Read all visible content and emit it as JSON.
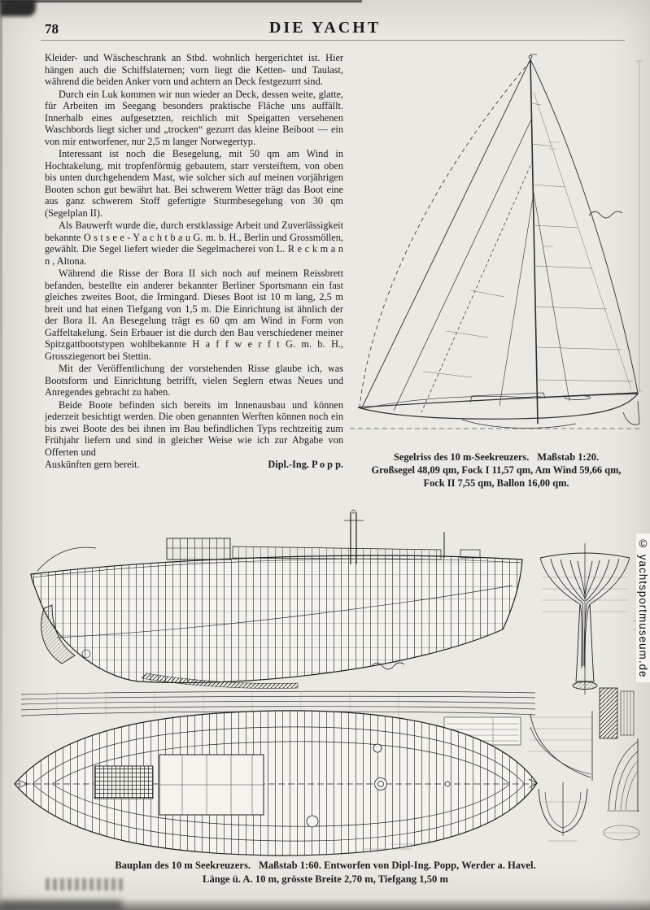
{
  "header": {
    "page_number": "78",
    "title": "DIE YACHT"
  },
  "article": {
    "paragraphs": [
      "Kleider- und Wäscheschrank an Stbd. wohnlich hergerichtet ist. Hier hängen auch die Schiffslaternen; vorn liegt die Ketten- und Taulast, während die beiden Anker vorn und achtern an Deck festgezurrt sind.",
      "Durch ein Luk kommen wir nun wieder an Deck, dessen weite, glatte, für Arbeiten im Seegang besonders praktische Fläche uns auffällt. Innerhalb eines aufgesetzten, reichlich mit Speigatten versehenen Waschbords liegt sicher und „trocken“ gezurrt das kleine Beiboot — ein von mir entworfener, nur 2,5 m langer Norwegertyp.",
      "Interessant ist noch die Besegelung, mit 50 qm am Wind in Hochtakelung, mit tropfenförmig gebautem, starr versteiftem, von oben bis unten durchgehendem Mast, wie solcher sich auf meinen vorjährigen Booten schon gut bewährt hat. Bei schwerem Wetter trägt das Boot eine aus ganz schwerem Stoff gefertigte Sturmbesegelung von 30 qm (Segelplan II).",
      "Als Bauwerft wurde die, durch erstklassige Arbeit und Zuverlässigkeit bekannte O s t s e e - Y a c h t b a u  G. m. b. H., Berlin und Grossmöllen, gewählt. Die Segel liefert wieder die Segelmacherei von L. R e c k m a n n , Altona.",
      "Während die Risse der Bora II sich noch auf meinem Reissbrett befanden, bestellte ein anderer bekannter Berliner Sportsmann ein fast gleiches zweites Boot, die Irmingard. Dieses Boot ist 10 m lang, 2,5 m breit und hat einen Tiefgang von 1,5 m. Die Einrichtung ist ähnlich der der Bora II. An Besegelung trägt es 60 qm am Wind in Form von Gaffeltakelung. Sein Erbauer ist die durch den Bau verschiedener meiner Spitzgattbootstypen wohlbekannte H a f f w e r f t  G. m. b. H., Grossziegenort bei Stettin.",
      "Mit der Veröffentlichung der vorstehenden Risse glaube ich, was Bootsform und Einrichtung betrifft, vielen Seglern etwas Neues und Anregendes gebracht zu haben.",
      "Beide Boote befinden sich bereits im Innenausbau und können jederzeit besichtigt werden. Die oben genannten Werften können noch ein bis zwei Boote des bei ihnen im Bau befindlichen Typs rechtzeitig zum Frühjahr liefern und sind in gleicher Weise wie ich zur Abgabe von Offerten und"
    ],
    "closing_left": "Auskünften gern bereit.",
    "closing_right": "Dipl.-Ing. P o p p."
  },
  "sailplan": {
    "caption_title": "Segelriss des 10 m-Seekreuzers.",
    "caption_scale": "Maßstab 1:20.",
    "caption_line2": "Großsegel 48,09 qm, Fock I 11,57 qm, Am Wind 59,66 qm,",
    "caption_line3": "Fock II 7,55 qm, Ballon 16,00 qm."
  },
  "bauplan": {
    "caption_title": "Bauplan des 10 m Seekreuzers.",
    "caption_rest": "Maßstab 1:60.  Entworfen von Dipl-Ing. Popp, Werder a. Havel.",
    "caption_line2": "Länge ü. A. 10 m, grösste Breite 2,70 m,  Tiefgang 1,50 m"
  },
  "watermark": {
    "text": "© yachtsportmuseum.de"
  }
}
